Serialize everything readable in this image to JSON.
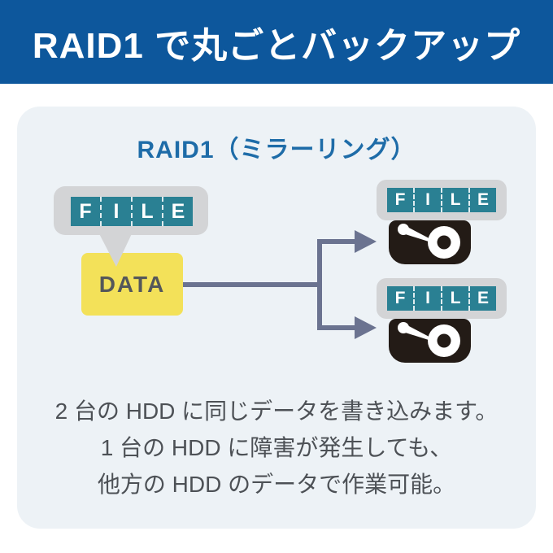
{
  "header": {
    "title": "RAID1 で丸ごとバックアップ"
  },
  "card": {
    "subtitle": "RAID1（ミラーリング）",
    "diagram": {
      "source": {
        "file_label_letters": [
          "F",
          "I",
          "L",
          "E"
        ],
        "data_label": "DATA"
      },
      "drives": [
        {
          "file_label_letters": [
            "F",
            "I",
            "L",
            "E"
          ]
        },
        {
          "file_label_letters": [
            "F",
            "I",
            "L",
            "E"
          ]
        }
      ]
    },
    "description_lines": [
      "2 台の HDD に同じデータを書き込みます。",
      "1 台の HDD に障害が発生しても、",
      "他方の HDD のデータで作業可能。"
    ]
  },
  "icons": {
    "hdd_platter": "hdd-platter-icon",
    "mirror_arrows": "mirror-arrows-icon",
    "tag_pointer": "tag-pointer-icon"
  },
  "colors": {
    "header_bg": "#0d579c",
    "card_bg": "#edf2f6",
    "subtitle_text": "#1e6ca8",
    "tag_gray": "#d3d4d6",
    "file_teal": "#2a8093",
    "data_yellow": "#f3e159",
    "data_text": "#54575a",
    "connector_slate": "#6b7390",
    "hdd_black": "#231b16",
    "body_text": "#4d5156"
  }
}
